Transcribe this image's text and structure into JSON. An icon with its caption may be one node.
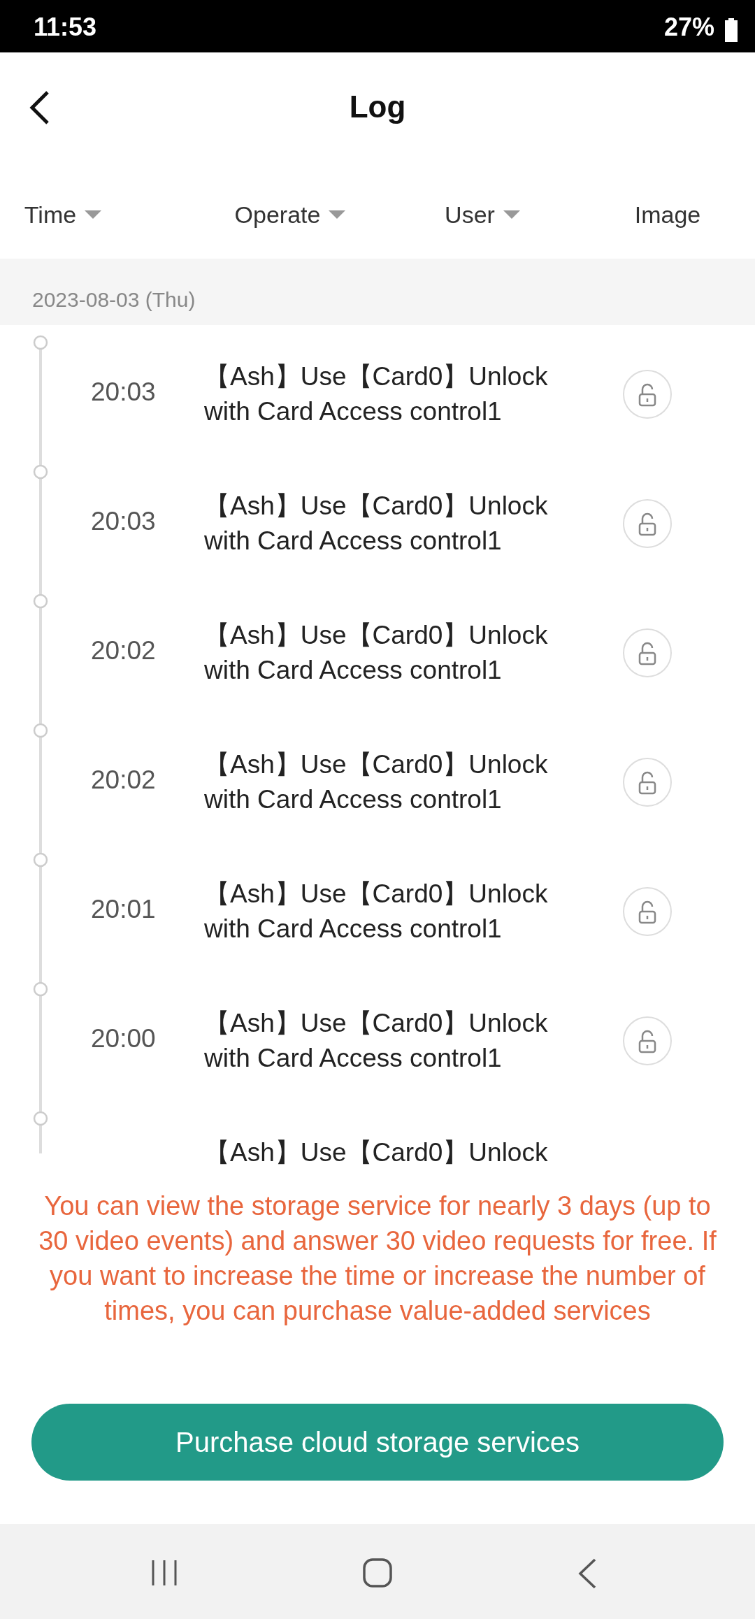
{
  "diagram": {
    "title": "Log",
    "labels": [
      "11:53",
      "27%",
      "Time",
      "Operate",
      "User",
      "Image",
      "2023-08-03 (Thu)",
      "20:03",
      "【Ash】Use【Card0】Unlock with Card Access control1",
      "20:03",
      "【Ash】Use【Card0】Unlock with Card Access control1",
      "20:02",
      "【Ash】Use【Card0】Unlock with Card Access control1",
      "20:02",
      "【Ash】Use【Card0】Unlock with Card Access control1",
      "20:01",
      "【Ash】Use【Card0】Unlock with Card Access control1",
      "20:00",
      "【Ash】Use【Card0】Unlock with Card Access control1",
      "【Ash】Use【Card0】Unlock",
      "You can view the storage service for nearly 3 days (up to 30 video events) and answer 30 video requests for free. If you want to increase the time or increase the number of times, you can purchase value-added services",
      "Purchase cloud storage services"
    ]
  }
}
